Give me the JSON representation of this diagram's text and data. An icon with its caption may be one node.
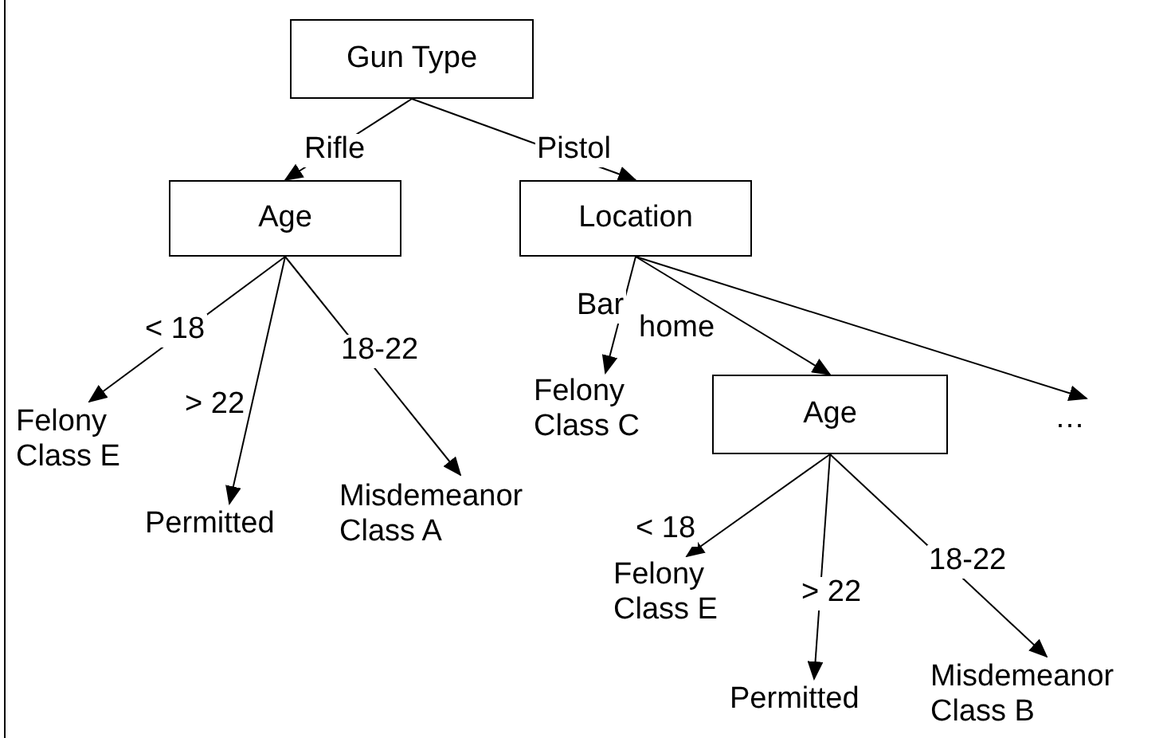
{
  "diagram": {
    "nodes": [
      {
        "text": [
          "Gun Type"
        ]
      },
      {
        "text": [
          "Age"
        ]
      },
      {
        "text": [
          "Location"
        ]
      },
      {
        "text": [
          "Felony Class E"
        ]
      },
      {
        "text": [
          "Permitted"
        ]
      },
      {
        "text": [
          "Misdemeanor Class A"
        ]
      },
      {
        "text": [
          "Felony Class C"
        ]
      },
      {
        "text": [
          "Age"
        ]
      },
      {
        "text": [
          "…"
        ]
      },
      {
        "text": [
          "Felony Class E"
        ]
      },
      {
        "text": [
          "Permitted"
        ]
      },
      {
        "text": [
          "Misdemeanor Class B"
        ]
      }
    ],
    "edges": [
      {
        "from": 0,
        "to": 1,
        "arrow": "to",
        "label": "Rifle"
      },
      {
        "from": 0,
        "to": 2,
        "arrow": "to",
        "label": "Pistol"
      },
      {
        "from": 1,
        "to": 3,
        "arrow": "to",
        "label": "< 18"
      },
      {
        "from": 1,
        "to": 4,
        "arrow": "to",
        "label": "> 22"
      },
      {
        "from": 1,
        "to": 5,
        "arrow": "to",
        "label": "18-22"
      },
      {
        "from": 2,
        "to": 6,
        "arrow": "to",
        "label": "Bar"
      },
      {
        "from": 2,
        "to": 7,
        "arrow": "to",
        "label": "home"
      },
      {
        "from": 2,
        "to": 8,
        "arrow": "to"
      },
      {
        "from": 7,
        "to": 9,
        "arrow": "to",
        "label": "< 18"
      },
      {
        "from": 7,
        "to": 10,
        "arrow": "to",
        "label": "> 22"
      },
      {
        "from": 7,
        "to": 11,
        "arrow": "to",
        "label": "18-22"
      }
    ]
  }
}
